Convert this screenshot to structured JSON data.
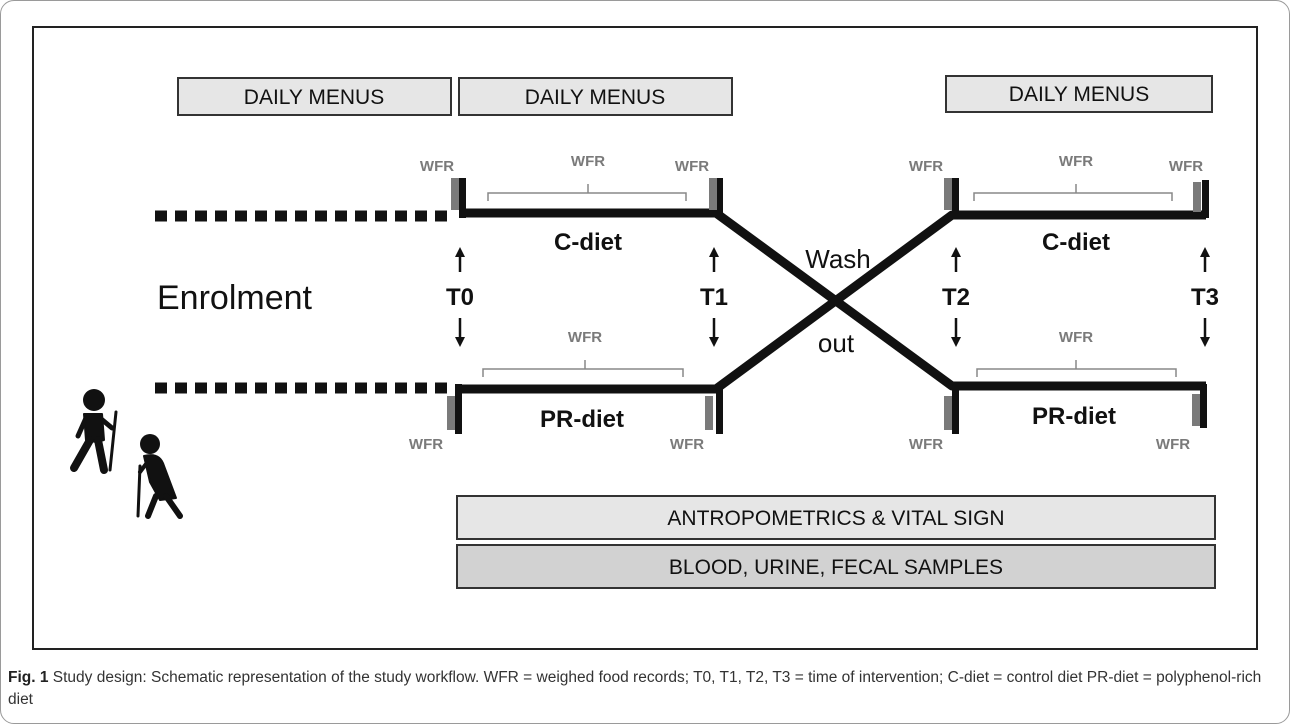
{
  "boxes": {
    "daily_menus_1": "DAILY MENUS",
    "daily_menus_2": "DAILY MENUS",
    "daily_menus_3": "DAILY MENUS",
    "antropometrics": "ANTROPOMETRICS & VITAL SIGN",
    "samples": "BLOOD, URINE, FECAL SAMPLES"
  },
  "labels": {
    "wfr": "WFR",
    "c_diet": "C-diet",
    "pr_diet": "PR-diet",
    "enrolment": "Enrolment",
    "wash": "Wash",
    "out": "out",
    "t0": "T0",
    "t1": "T1",
    "t2": "T2",
    "t3": "T3"
  },
  "icons": [
    "hiker-icon",
    "elderly-walker-icon"
  ],
  "caption": {
    "label": "Fig. 1",
    "text": " Study design: Schematic representation of the study workflow. WFR = weighed food records; T0, T1, T2, T3 = time of intervention; C-diet = control diet PR-diet = polyphenol-rich diet"
  }
}
